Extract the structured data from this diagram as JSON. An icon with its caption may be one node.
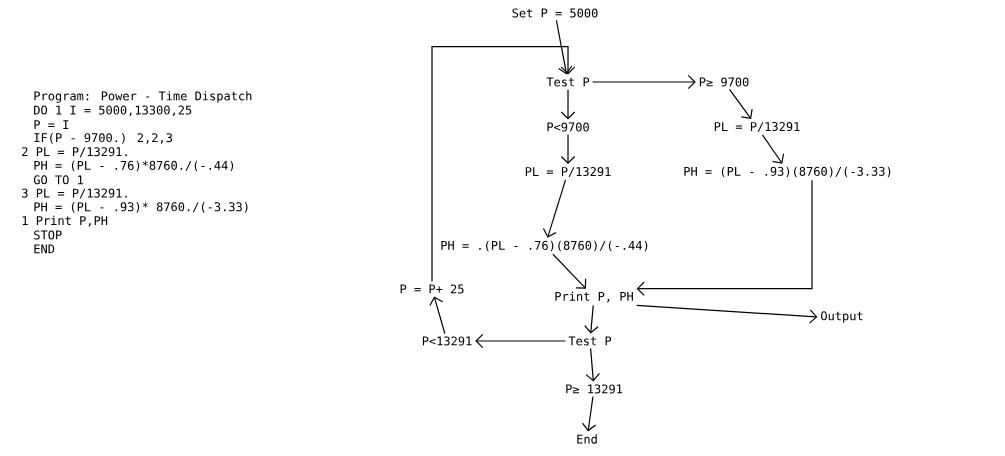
{
  "diagram": {
    "nodes": [
      {
        "text": [
          "Set P = 5000"
        ]
      },
      {
        "text": [
          "Test P"
        ]
      },
      {
        "text": [
          "P≥ 9700"
        ]
      },
      {
        "text": [
          "P<9700"
        ]
      },
      {
        "text": [
          "PL = P/13291"
        ]
      },
      {
        "text": [
          "PL = P/13291"
        ]
      },
      {
        "text": [
          "PH = (PL - .93)(8760)/(-3.33)"
        ]
      },
      {
        "text": [
          "PH = .(PL - .76)(8760)/(-.44)"
        ]
      },
      {
        "text": [
          "P = P+ 25"
        ]
      },
      {
        "text": [
          "Print P, PH"
        ]
      },
      {
        "text": [
          "Output"
        ]
      },
      {
        "text": [
          "P<13291"
        ]
      },
      {
        "text": [
          "Test P"
        ]
      },
      {
        "text": [
          "P≥ 13291"
        ]
      },
      {
        "text": [
          "End"
        ]
      }
    ],
    "edges": [
      {
        "from": 0,
        "to": 1,
        "arrow": "to"
      },
      {
        "from": 1,
        "to": 2,
        "arrow": "to"
      },
      {
        "from": 1,
        "to": 3,
        "arrow": "to"
      },
      {
        "from": 2,
        "to": 4,
        "arrow": "to"
      },
      {
        "from": 3,
        "to": 5,
        "arrow": "to"
      },
      {
        "from": 4,
        "to": 6,
        "arrow": "to"
      },
      {
        "from": 5,
        "to": 7,
        "arrow": "to"
      },
      {
        "from": 6,
        "to": 9,
        "arrow": "to"
      },
      {
        "from": 7,
        "to": 9,
        "arrow": "to"
      },
      {
        "from": 9,
        "to": 10,
        "arrow": "to"
      },
      {
        "from": 9,
        "to": 12,
        "arrow": "to"
      },
      {
        "from": 12,
        "to": 11,
        "arrow": "to"
      },
      {
        "from": 11,
        "to": 8,
        "arrow": "to"
      },
      {
        "from": 8,
        "to": 1,
        "arrow": "to"
      },
      {
        "from": 12,
        "to": 13,
        "arrow": "to"
      },
      {
        "from": 13,
        "to": 14,
        "arrow": "to"
      }
    ],
    "labels": [
      "Program: Power - Time Dispatch",
      "DO 1  I = 5000,13300,25",
      "P = I",
      "IF(P - 9700.) 2,2,3",
      "2 PL = P/13291.",
      "PH = (PL - .76)*8760./(-.44)",
      "GO TO 1",
      "3 PL = P/13291.",
      "PH = (PL - .93)* 8760./(-3.33)",
      "1 Print P,PH",
      "STOP",
      "END"
    ]
  }
}
